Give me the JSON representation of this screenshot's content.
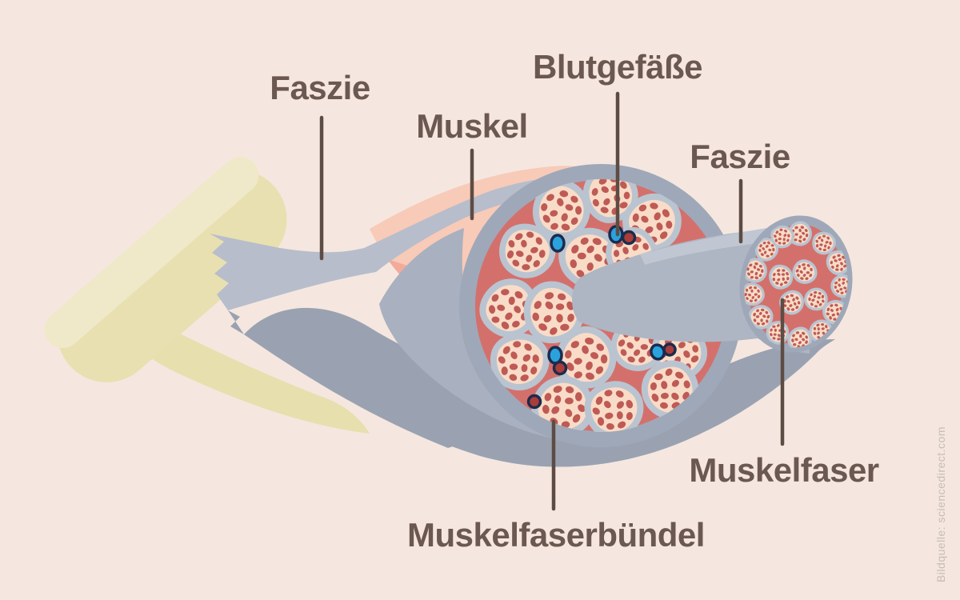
{
  "figure": {
    "title_hint": "muscle-anatomy-cross-section-diagram",
    "labels": {
      "faszie_top": "Faszie",
      "muskel": "Muskel",
      "blutgefaesse": "Blutgefäße",
      "faszie_right": "Faszie",
      "muskelfaser": "Muskelfaser",
      "muskelfaserbuendel": "Muskelfaserbündel"
    },
    "credit": "Bildquelle: sciencedirect.com",
    "colors": {
      "background": "#f5e7df",
      "label_text": "#6b5850",
      "leader_line": "#5d4c43",
      "tendon": "#e8e0b0",
      "tendon_highlight": "#efe9c9",
      "fascia_light": "#b7bdcb",
      "fascia_mid": "#a9b0bf",
      "fascia_dark": "#9aa2b1",
      "cross_section_ring": "#9fa8b8",
      "matrix_red": "#d4706c",
      "fascicle_ring": "#b9c4d0",
      "fascicle_fill": "#f9dcc7",
      "fiber_dot": "#bf5a55",
      "muscle_pink_light": "#f8cab8",
      "muscle_pink_stripe1": "#f2ab9a",
      "muscle_pink_stripe2": "#e78e84",
      "muscle_pink_stripe3": "#dd7b73",
      "vessel_blue": "#2aa2dc",
      "vessel_red": "#aa3c39",
      "vessel_outline": "#1c2b4d",
      "credit_text": "#c7bcb6"
    }
  }
}
